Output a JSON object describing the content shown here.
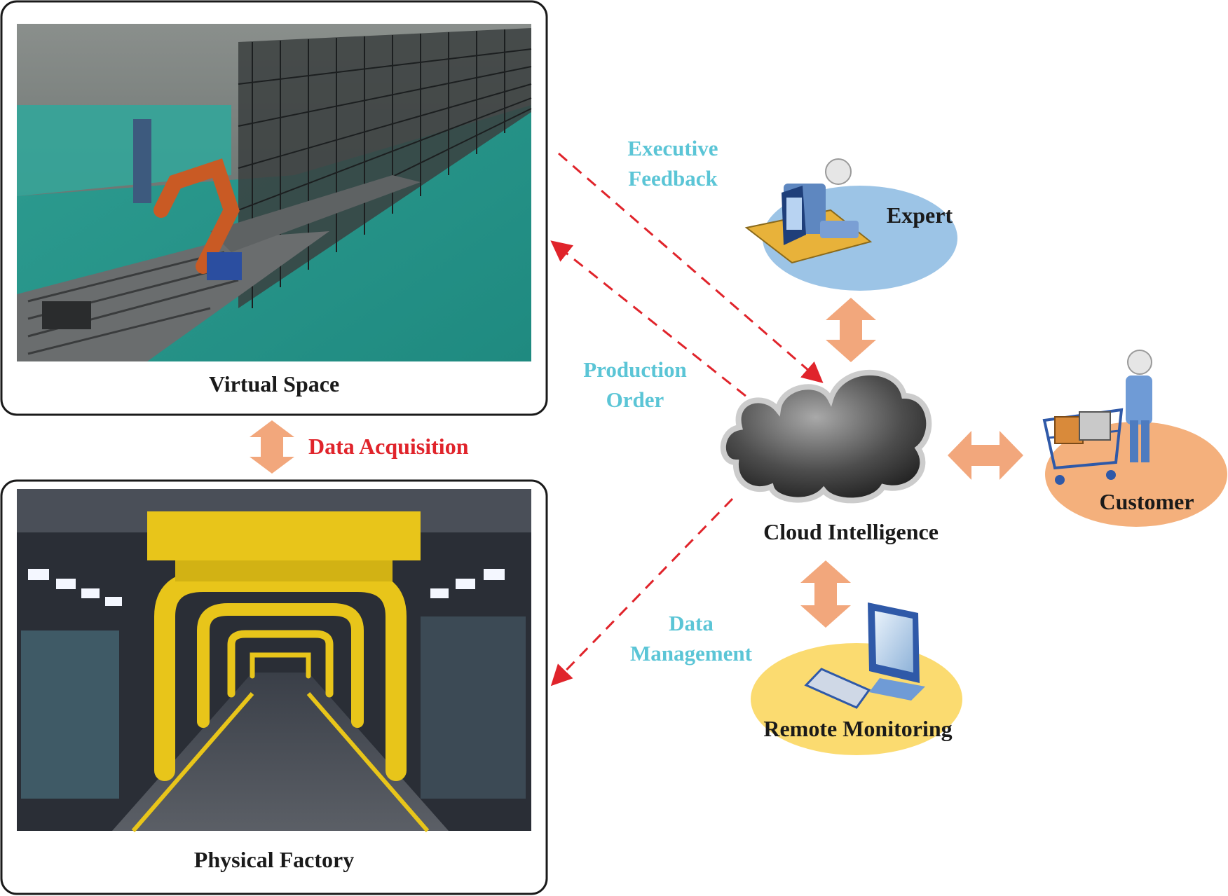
{
  "panels": {
    "virtual_space": {
      "title": "Virtual Space"
    },
    "physical_factory": {
      "title": "Physical Factory"
    }
  },
  "links": {
    "data_acquisition": "Data Acquisition",
    "executive_feedback": [
      "Executive",
      "Feedback"
    ],
    "production_order": [
      "Production",
      "Order"
    ],
    "data_management": [
      "Data",
      "Management"
    ]
  },
  "nodes": {
    "cloud": "Cloud Intelligence",
    "expert": "Expert",
    "customer": "Customer",
    "remote_monitoring": "Remote Monitoring"
  },
  "colors": {
    "arrow_orange": "#f2a77c",
    "dashed_red": "#e0242b",
    "label_cyan": "#5bc5d6",
    "expert_ellipse": "#9cc4e6",
    "customer_ellipse": "#f4b07c",
    "monitoring_ellipse": "#fbdb70"
  }
}
